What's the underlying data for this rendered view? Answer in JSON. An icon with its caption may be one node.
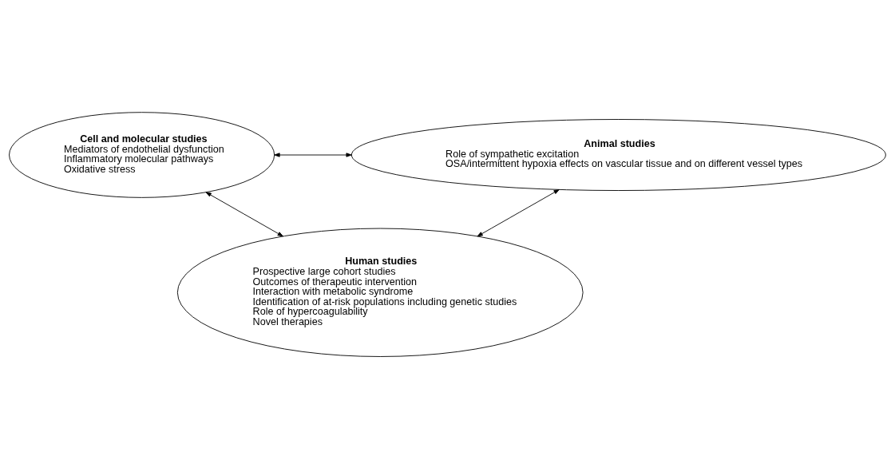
{
  "diagram": {
    "nodes": [
      {
        "text": [
          "Cell and molecular studies",
          "Mediators of endothelial dysfunction",
          "Inflammatory molecular pathways",
          "Oxidative stress"
        ]
      },
      {
        "text": [
          "Animal studies",
          "Role of sympathetic excitation",
          "OSA/intermittent hypoxia effects on vascular tissue and on different vessel types"
        ]
      },
      {
        "text": [
          "Human studies",
          "Prospective large cohort studies",
          "Outcomes of therapeutic intervention",
          "Interaction with metabolic syndrome",
          "Identification of at-risk populations including genetic studies",
          "Role of hypercoagulability",
          "Novel therapies"
        ]
      }
    ],
    "edges": [
      {
        "from": 0,
        "to": 1,
        "arrow": "both"
      },
      {
        "from": 0,
        "to": 2,
        "arrow": "both"
      },
      {
        "from": 1,
        "to": 2,
        "arrow": "both"
      }
    ]
  }
}
